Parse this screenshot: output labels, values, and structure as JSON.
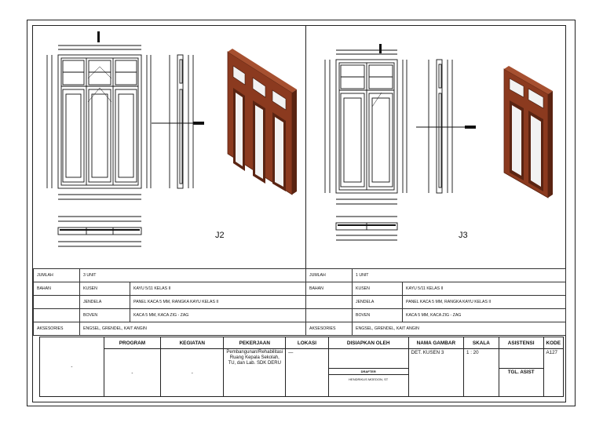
{
  "views": [
    {
      "label": "J2"
    },
    {
      "label": "J3"
    }
  ],
  "spec_left": {
    "jumlah_label": "JUMLAH",
    "jumlah_value": "3 UNIT",
    "bahan_label": "BAHAN",
    "kusen_label": "KUSEN",
    "kusen_value": "KAYU 5/11 KELAS II",
    "jendela_label": "JENDELA",
    "jendela_value": "PANEL KACA 5 MM, RANGKA KAYU KELAS II",
    "boven_label": "BOVEN",
    "boven_value": "KACA 5 MM, KACA ZIG - ZAG",
    "aksesories_label": "AKSESORIES",
    "aksesories_value": "ENGSEL, GRENDEL, KAIT ANGIN"
  },
  "spec_right": {
    "jumlah_label": "JUMLAH",
    "jumlah_value": "1 UNIT",
    "bahan_label": "BAHAN",
    "kusen_label": "KUSEN",
    "kusen_value": "KAYU 5/11 KELAS II",
    "jendela_label": "JENDELA",
    "jendela_value": "PANEL KACA 5 MM, RANGKA KAYU KELAS II",
    "boven_label": "BOVEN",
    "boven_value": "KACA 5 MM, KACA ZIG - ZAG",
    "aksesories_label": "AKSESORIES",
    "aksesories_value": "ENGSEL, GRENDEL, KAIT ANGIN"
  },
  "title_block": {
    "program_label": "PROGRAM",
    "program_value": "-",
    "kegiatan_label": "KEGIATAN",
    "kegiatan_value": "-",
    "pekerjaan_label": "PEKERJAAN",
    "pekerjaan_value": "Pembangunan/Rehabilitasi Ruang Kepala Sekolah, TU, dan Lab. SDK DERU",
    "lokasi_label": "LOKASI",
    "lokasi_value": "—",
    "disiapkan_label": "DISIAPKAN OLEH",
    "drafter_label": "DRAFTER",
    "drafter_name": "HENDRIKUS MOEDON, ST",
    "nama_gambar_label": "NAMA GAMBAR",
    "nama_gambar_value": "DET. KUSEN 3",
    "skala_label": "SKALA",
    "skala_value": "1 : 20",
    "asistensi_label": "ASISTENSI",
    "tgl_asist_label": "TGL. ASIST",
    "kode_label": "KODE",
    "kode_value": "A127",
    "left_value": "-"
  },
  "colors": {
    "wood": "#8b3a1f",
    "wood_dark": "#5a2412",
    "glass": "#f2f2f2"
  }
}
